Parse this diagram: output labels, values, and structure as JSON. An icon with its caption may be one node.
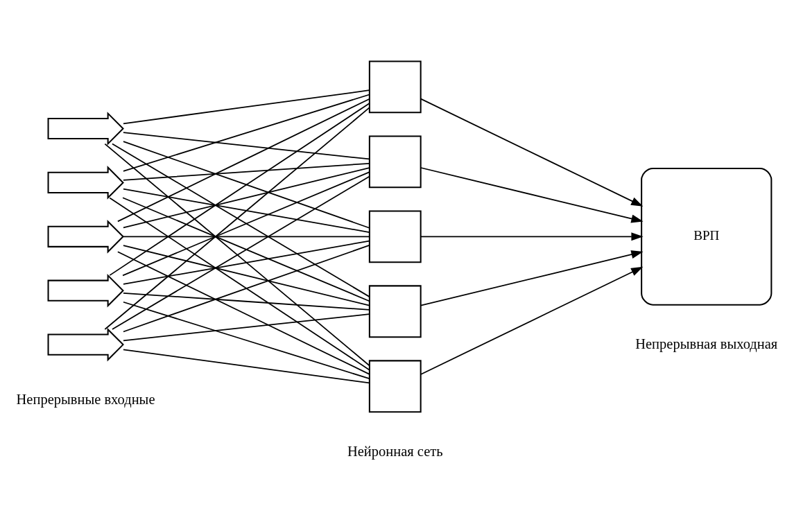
{
  "diagram": {
    "nodes": [
      {
        "text": [],
        "shape": "arrow"
      },
      {
        "text": [],
        "shape": "arrow"
      },
      {
        "text": [],
        "shape": "arrow"
      },
      {
        "text": [],
        "shape": "arrow"
      },
      {
        "text": [],
        "shape": "arrow"
      },
      {
        "text": [],
        "shape": "box"
      },
      {
        "text": [],
        "shape": "box"
      },
      {
        "text": [],
        "shape": "box"
      },
      {
        "text": [],
        "shape": "box"
      },
      {
        "text": [],
        "shape": "box"
      },
      {
        "text": [
          "ВРП"
        ]
      }
    ],
    "edges": [
      {
        "from": 0,
        "to": 5,
        "arrow": "none"
      },
      {
        "from": 0,
        "to": 6,
        "arrow": "none"
      },
      {
        "from": 0,
        "to": 7,
        "arrow": "none"
      },
      {
        "from": 0,
        "to": 8,
        "arrow": "none"
      },
      {
        "from": 0,
        "to": 9,
        "arrow": "none"
      },
      {
        "from": 1,
        "to": 5,
        "arrow": "none"
      },
      {
        "from": 1,
        "to": 6,
        "arrow": "none"
      },
      {
        "from": 1,
        "to": 7,
        "arrow": "none"
      },
      {
        "from": 1,
        "to": 8,
        "arrow": "none"
      },
      {
        "from": 1,
        "to": 9,
        "arrow": "none"
      },
      {
        "from": 2,
        "to": 5,
        "arrow": "none"
      },
      {
        "from": 2,
        "to": 6,
        "arrow": "none"
      },
      {
        "from": 2,
        "to": 7,
        "arrow": "none"
      },
      {
        "from": 2,
        "to": 8,
        "arrow": "none"
      },
      {
        "from": 2,
        "to": 9,
        "arrow": "none"
      },
      {
        "from": 3,
        "to": 5,
        "arrow": "none"
      },
      {
        "from": 3,
        "to": 6,
        "arrow": "none"
      },
      {
        "from": 3,
        "to": 7,
        "arrow": "none"
      },
      {
        "from": 3,
        "to": 8,
        "arrow": "none"
      },
      {
        "from": 3,
        "to": 9,
        "arrow": "none"
      },
      {
        "from": 4,
        "to": 5,
        "arrow": "none"
      },
      {
        "from": 4,
        "to": 6,
        "arrow": "none"
      },
      {
        "from": 4,
        "to": 7,
        "arrow": "none"
      },
      {
        "from": 4,
        "to": 8,
        "arrow": "none"
      },
      {
        "from": 4,
        "to": 9,
        "arrow": "none"
      },
      {
        "from": 5,
        "to": 10,
        "arrow": "to"
      },
      {
        "from": 6,
        "to": 10,
        "arrow": "to"
      },
      {
        "from": 7,
        "to": 10,
        "arrow": "to"
      },
      {
        "from": 8,
        "to": 10,
        "arrow": "to"
      },
      {
        "from": 9,
        "to": 10,
        "arrow": "to"
      }
    ],
    "labels": [
      "Непрерывные входные",
      "Непрерывная выходная",
      "Нейронная сеть"
    ]
  }
}
